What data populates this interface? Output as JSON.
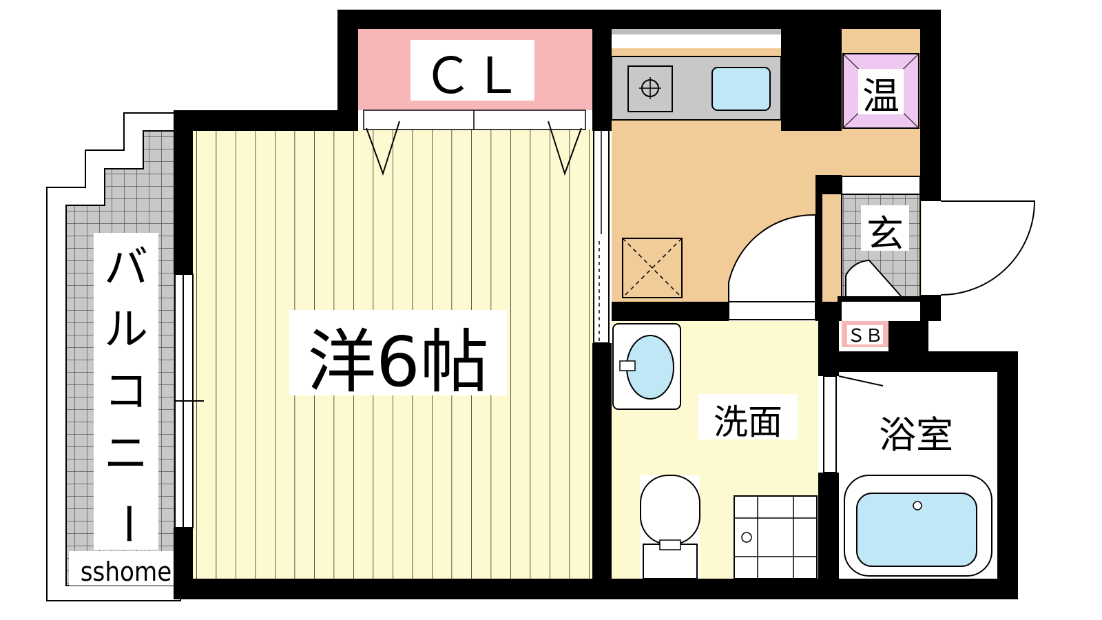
{
  "floorplan": {
    "rooms": {
      "closet": "ＣＬ",
      "western_room": "洋6帖",
      "water_heater": "温",
      "entrance": "玄",
      "shoe_box": "ＳＢ",
      "washroom": "洗面",
      "bathroom": "浴室",
      "balcony_chars": [
        "バ",
        "ル",
        "コ",
        "ニ",
        "ー"
      ]
    },
    "watermark": "sshome",
    "colors": {
      "wall": "#000000",
      "closet_fill": "#f7b7b9",
      "western_floor": "#fdfad2",
      "kitchen_floor": "#f2cc98",
      "washroom_floor": "#fdfad2",
      "heater_fill": "#efc8f2",
      "water_blue": "#bfe7f6",
      "tile_gray": "#c8c8c8",
      "counter_gray": "#c8c8c8"
    },
    "icons": [
      "stove-icon",
      "sink-icon",
      "washbasin-icon",
      "toilet-icon",
      "washing-machine-pan-icon",
      "bathtub-icon",
      "fridge-space-icon"
    ]
  }
}
